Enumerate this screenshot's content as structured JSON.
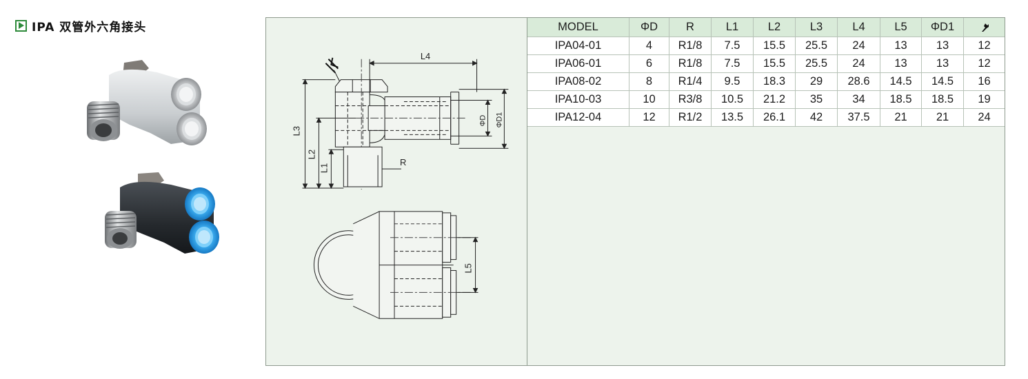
{
  "title": "IPA 双管外六角接头",
  "colors": {
    "panel_bg": "#edf3ec",
    "header_bg": "#d9ebd9",
    "accent": "#2d8a3a",
    "fitting_blue": "#1e90e0"
  },
  "icons": {
    "bullet": "play-icon",
    "wrench_column": "wrench-icon"
  },
  "drawing_labels": {
    "l4": "L4",
    "l3": "L3",
    "l2": "L2",
    "l1": "L1",
    "phi_d": "ΦD",
    "phi_d1": "ΦD1",
    "r": "R",
    "l5": "L5"
  },
  "table": {
    "headers": [
      "MODEL",
      "ΦD",
      "R",
      "L1",
      "L2",
      "L3",
      "L4",
      "L5",
      "ΦD1"
    ],
    "rows": [
      [
        "IPA04-01",
        "4",
        "R1/8",
        "7.5",
        "15.5",
        "25.5",
        "24",
        "13",
        "13",
        "12"
      ],
      [
        "IPA06-01",
        "6",
        "R1/8",
        "7.5",
        "15.5",
        "25.5",
        "24",
        "13",
        "13",
        "12"
      ],
      [
        "IPA08-02",
        "8",
        "R1/4",
        "9.5",
        "18.3",
        "29",
        "28.6",
        "14.5",
        "14.5",
        "16"
      ],
      [
        "IPA10-03",
        "10",
        "R3/8",
        "10.5",
        "21.2",
        "35",
        "34",
        "18.5",
        "18.5",
        "19"
      ],
      [
        "IPA12-04",
        "12",
        "R1/2",
        "13.5",
        "26.1",
        "42",
        "37.5",
        "21",
        "21",
        "24"
      ]
    ]
  }
}
